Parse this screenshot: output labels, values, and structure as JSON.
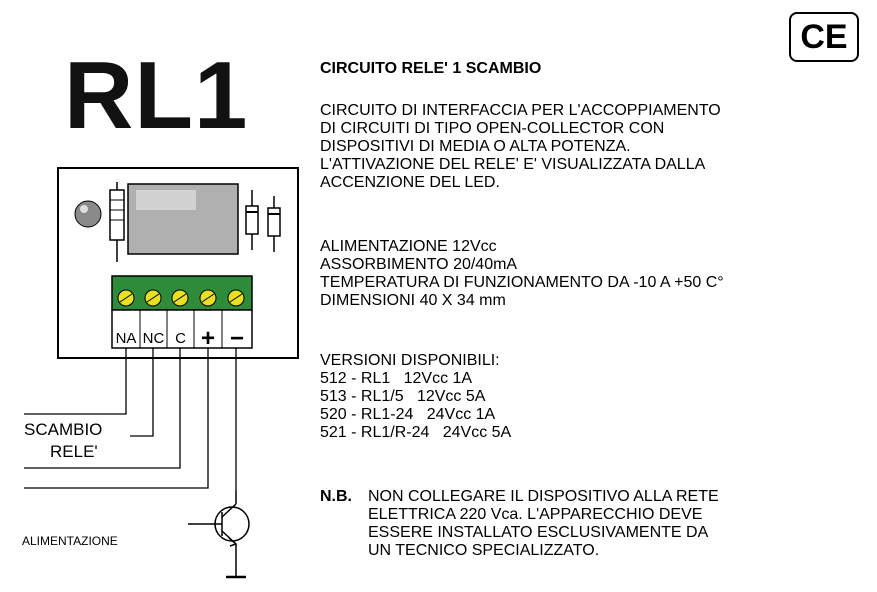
{
  "model_title": "RL1",
  "ce_mark": "CE",
  "heading": "CIRCUITO RELE' 1 SCAMBIO",
  "description_lines": [
    "CIRCUITO DI INTERFACCIA PER L'ACCOPPIAMENTO",
    "DI CIRCUITI DI TIPO OPEN-COLLECTOR CON",
    "DISPOSITIVI DI MEDIA O ALTA POTENZA.",
    "L'ATTIVAZIONE DEL RELE' E' VISUALIZZATA DALLA",
    "ACCENZIONE DEL LED."
  ],
  "specs_lines": [
    "ALIMENTAZIONE 12Vcc",
    "ASSORBIMENTO 20/40mA",
    "TEMPERATURA DI FUNZIONAMENTO DA -10 A +50 C°",
    "DIMENSIONI 40 X 34 mm"
  ],
  "versions_heading": "VERSIONI DISPONIBILI:",
  "versions": [
    "512 - RL1   12Vcc 1A",
    "513 - RL1/5   12Vcc 5A",
    "520 - RL1-24   24Vcc 1A",
    "521 - RL1/R-24   24Vcc 5A"
  ],
  "nb_label": "N.B.",
  "nb_lines": [
    "NON COLLEGARE IL DISPOSITIVO ALLA RETE",
    "ELETTRICA 220 Vca. L'APPARECCHIO DEVE",
    "ESSERE INSTALLATO ESCLUSIVAMENTE DA",
    "UN TECNICO SPECIALIZZATO."
  ],
  "terminals": {
    "na": "NA",
    "nc": "NC",
    "c": "C",
    "plus": "+",
    "minus": "−"
  },
  "diagram_labels": {
    "scambio": "SCAMBIO",
    "rele": "RELE'",
    "alimentazione": "ALIMENTAZIONE"
  },
  "colors": {
    "terminal_block": "#2e8b3a",
    "screw": "#e8e020",
    "relay_body": "#b0b0b0",
    "led": "#8a8a8a"
  }
}
